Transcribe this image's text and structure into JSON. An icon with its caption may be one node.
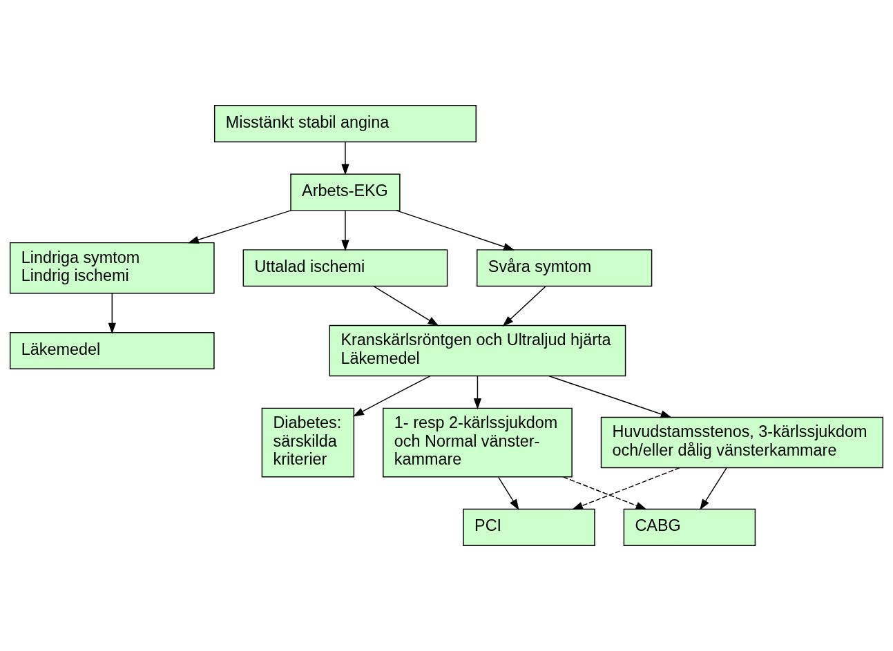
{
  "diagram": {
    "nodes": [
      {
        "text": [
          "Misstänkt stabil angina"
        ]
      },
      {
        "text": [
          "Arbets-EKG"
        ]
      },
      {
        "text": [
          "Lindriga symtom",
          "Lindrig ischemi"
        ]
      },
      {
        "text": [
          "Uttalad ischemi"
        ]
      },
      {
        "text": [
          "Svåra symtom"
        ]
      },
      {
        "text": [
          "Läkemedel"
        ]
      },
      {
        "text": [
          "Kranskärlsröntgen och Ultraljud hjärta",
          "Läkemedel"
        ]
      },
      {
        "text": [
          "Diabetes: särskilda kriterier"
        ]
      },
      {
        "text": [
          "1- resp 2-kärlssjukdom och Normal vänster- kammare"
        ]
      },
      {
        "text": [
          "Huvudstamsstenos, 3-kärlssjukdom och/eller dålig vänsterkammare"
        ]
      },
      {
        "text": [
          "PCI"
        ]
      },
      {
        "text": [
          "CABG"
        ]
      }
    ],
    "edges": [
      {
        "from": 0,
        "to": 1,
        "arrow": "to"
      },
      {
        "from": 1,
        "to": 2,
        "arrow": "to"
      },
      {
        "from": 1,
        "to": 3,
        "arrow": "to"
      },
      {
        "from": 1,
        "to": 4,
        "arrow": "to"
      },
      {
        "from": 2,
        "to": 5,
        "arrow": "to"
      },
      {
        "from": 3,
        "to": 6,
        "arrow": "to"
      },
      {
        "from": 4,
        "to": 6,
        "arrow": "to"
      },
      {
        "from": 6,
        "to": 7,
        "arrow": "to"
      },
      {
        "from": 6,
        "to": 8,
        "arrow": "to"
      },
      {
        "from": 6,
        "to": 9,
        "arrow": "to"
      },
      {
        "from": 8,
        "to": 10,
        "arrow": "to"
      },
      {
        "from": 8,
        "to": 11,
        "arrow": "to",
        "style": "dashed"
      },
      {
        "from": 9,
        "to": 10,
        "arrow": "to",
        "style": "dashed"
      },
      {
        "from": 9,
        "to": 11,
        "arrow": "to"
      }
    ]
  }
}
